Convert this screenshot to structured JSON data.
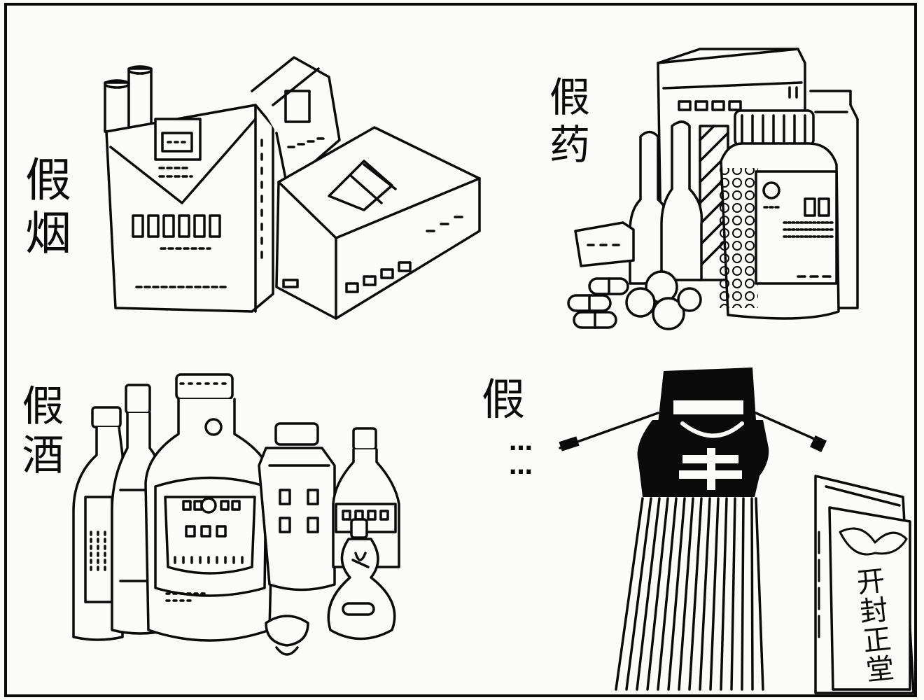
{
  "panels": {
    "cigarettes": {
      "caption": "假烟",
      "icon": "cigarette-pack-icon"
    },
    "medicine": {
      "caption": "假药",
      "icon": "medicine-bottle-icon"
    },
    "liquor": {
      "caption": "假酒",
      "icon": "liquor-bottle-icon"
    },
    "official": {
      "caption": "假",
      "ellipsis": "……",
      "icon": "judge-robe-icon"
    }
  },
  "plaque": {
    "text": "开封正堂"
  },
  "colors": {
    "ink": "#0a0a0a",
    "paper": "#fbfbfa"
  }
}
